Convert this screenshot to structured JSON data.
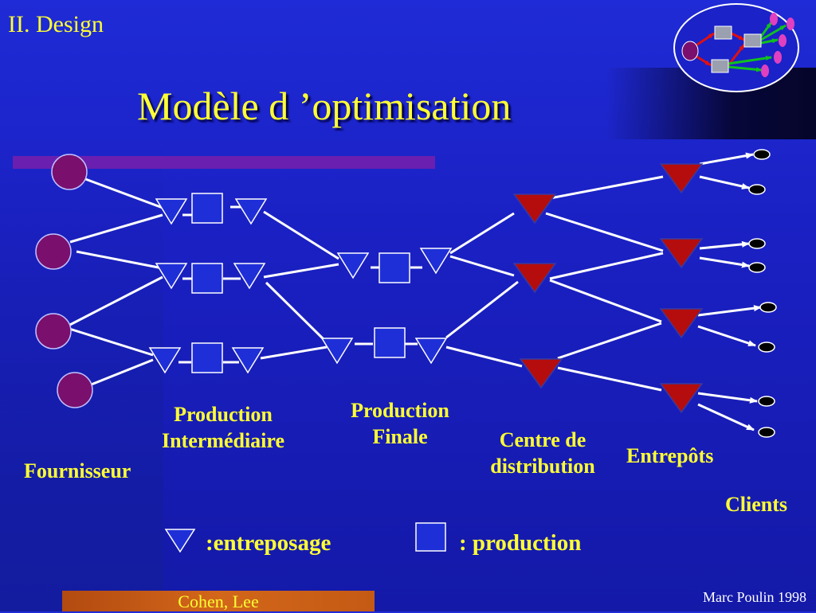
{
  "header": {
    "section": "II.  Design",
    "title": "Modèle d ’optimisation"
  },
  "labels": {
    "fournisseur": "Fournisseur",
    "prod_inter_1": "Production",
    "prod_inter_2": "Intermédiaire",
    "prod_finale_1": "Production",
    "prod_finale_2": "Finale",
    "centre_1": "Centre de",
    "centre_2": "distribution",
    "entrepots": "Entrepôts",
    "clients": "Clients"
  },
  "legend": {
    "storage": ":entreposage",
    "production": ": production"
  },
  "footer": {
    "left": "Cohen, Lee",
    "right": "Marc Poulin 1998"
  },
  "colors": {
    "title": "#ffff33",
    "supplier_node": "#7a0f6e",
    "storage_node": "#1f2fd8",
    "distribution_node": "#b50d0d",
    "client_node": "#000000",
    "arrow_red": "#e01010",
    "arrow_green": "#10c020",
    "link": "#ffffff"
  },
  "icons": {
    "logo": "network-logo-icon",
    "storage": "down-triangle-icon",
    "production": "square-icon"
  }
}
